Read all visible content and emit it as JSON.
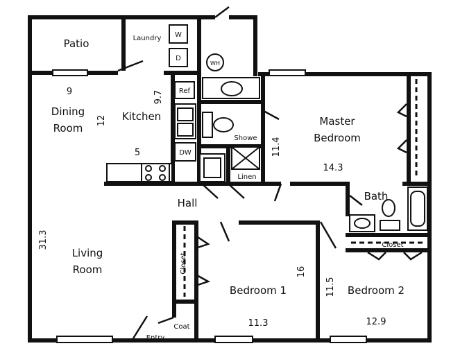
{
  "rooms": {
    "patio": "Patio",
    "laundry": "Laundry",
    "dining_line1": "Dining",
    "dining_line2": "Room",
    "kitchen": "Kitchen",
    "master_line1": "Master",
    "master_line2": "Bedroom",
    "shower": "Showe",
    "linen": "Linen",
    "hall": "Hall",
    "bath": "Bath",
    "closet_master": "Closet",
    "living_line1": "Living",
    "living_line2": "Room",
    "closet_bed1": "Closet",
    "bedroom1": "Bedroom 1",
    "bedroom2": "Bedroom 2",
    "entry": "Entry",
    "coat": "Coat"
  },
  "appliances": {
    "washer": "W",
    "dryer": "D",
    "water_heater": "WH",
    "refrigerator": "Ref",
    "dishwasher": "DW"
  },
  "dimensions": {
    "dining_width": "9",
    "dining_depth": "12",
    "kitchen_depth": "9.7",
    "kitchen_width": "5",
    "master_depth": "11.4",
    "master_width": "14.3",
    "living_depth": "31.3",
    "bedroom1_depth": "16",
    "bedroom1_width": "11.3",
    "bedroom2_depth": "11.5",
    "bedroom2_width": "12.9"
  }
}
